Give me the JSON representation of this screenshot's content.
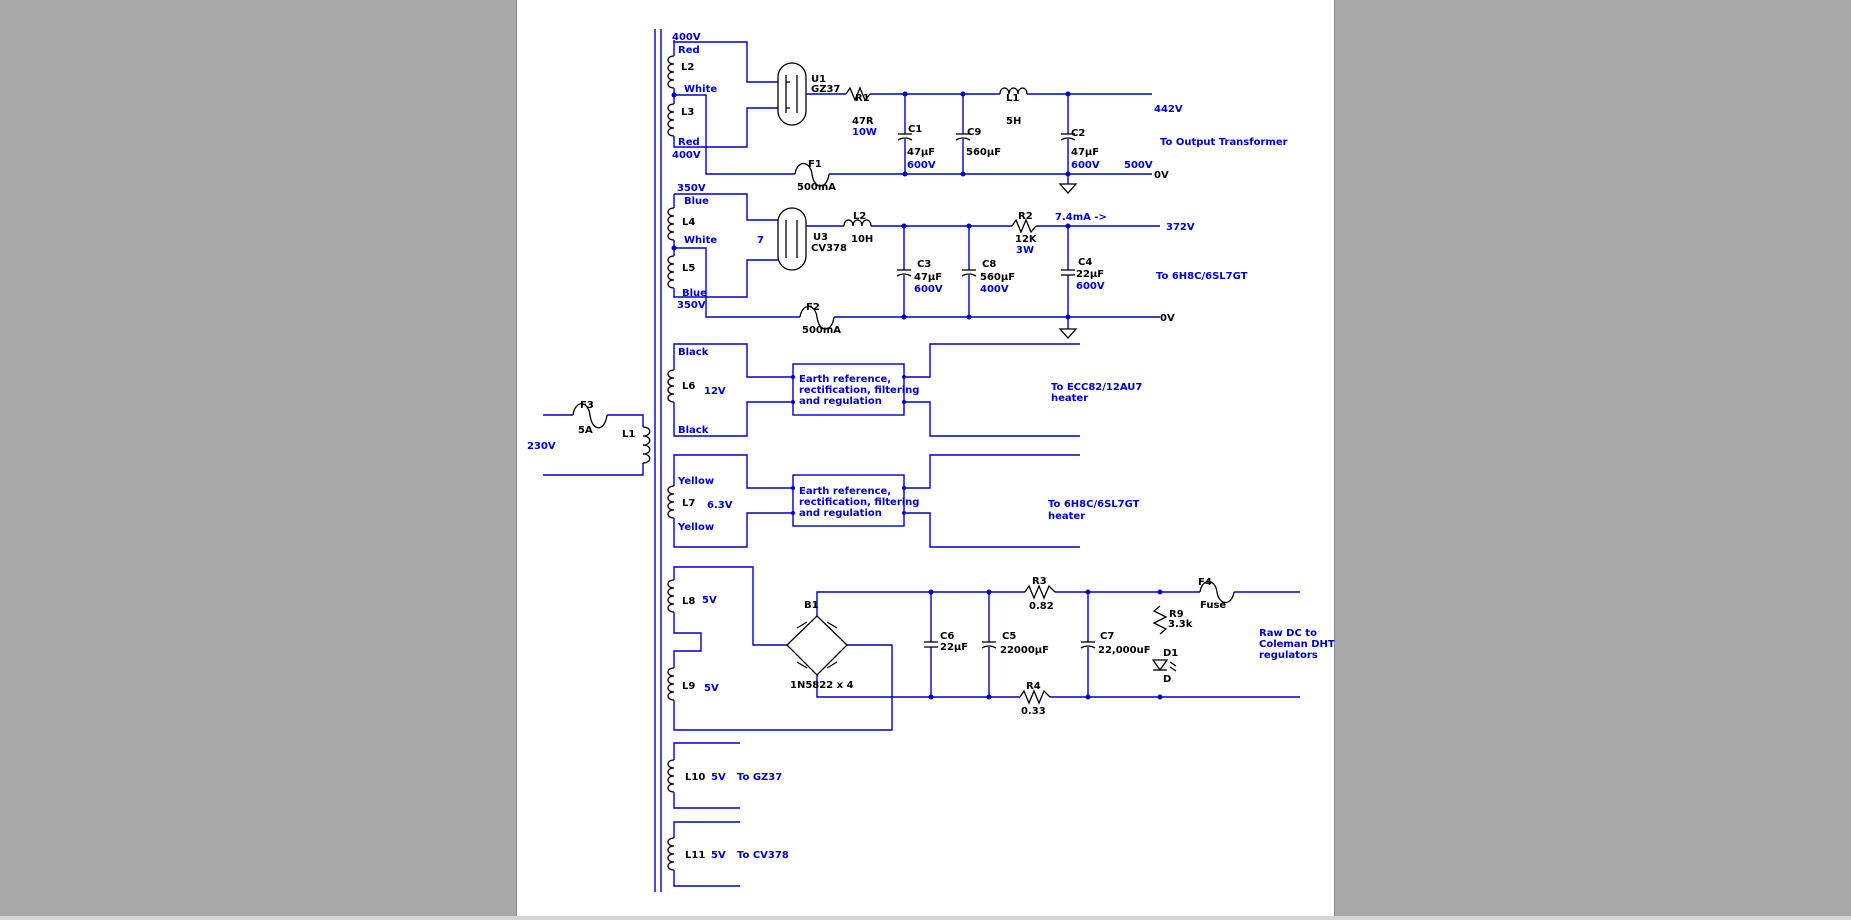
{
  "colors": {
    "wire": "#0000cc",
    "component": "#000000",
    "background": "#a8a8a8",
    "sheet": "#ffffff"
  },
  "mains": {
    "voltage": "230V",
    "fuse_ref": "F3",
    "fuse_value": "5A",
    "primary_ref": "L1"
  },
  "hv1": {
    "top_voltage": "400V",
    "bottom_voltage": "400V",
    "wire_top": "Red",
    "wire_mid": "White",
    "wire_bottom": "Red",
    "coil_top": "L2",
    "coil_bottom": "L3",
    "tube_ref": "U1",
    "tube_type": "GZ37",
    "r1_ref": "R1",
    "r1_value": "47R",
    "r1_power": "10W",
    "c1_ref": "C1",
    "c1_value": "47µF",
    "c1_voltage": "600V",
    "c9_ref": "C9",
    "c9_value": "560µF",
    "l1_ref": "L1",
    "l1_value": "5H",
    "c2_ref": "C2",
    "c2_value": "47µF",
    "c2_voltage": "600V",
    "out_voltage": "442V",
    "dest": "To Output Transformer",
    "rail_voltage": "500V",
    "zero": "0V",
    "fuse_ref": "F1",
    "fuse_value": "500mA"
  },
  "hv2": {
    "top_voltage": "350V",
    "bottom_voltage": "350V",
    "wire_top": "Blue",
    "wire_mid": "White",
    "wire_bottom": "Blue",
    "coil_top": "L4",
    "coil_bottom": "L5",
    "pin_label": "7",
    "tube_ref": "U3",
    "tube_type": "CV378",
    "l2_ref": "L2",
    "l2_value": "10H",
    "c3_ref": "C3",
    "c3_value": "47µF",
    "c3_voltage": "600V",
    "c8_ref": "C8",
    "c8_value": "560µF",
    "c8_voltage": "400V",
    "r2_ref": "R2",
    "r2_value": "12K",
    "r2_power": "3W",
    "current": "7.4mA ->",
    "c4_ref": "C4",
    "c4_value": "22µF",
    "c4_voltage": "600V",
    "out_voltage": "372V",
    "dest": "To 6H8C/6SL7GT",
    "zero": "0V",
    "fuse_ref": "F2",
    "fuse_value": "500mA"
  },
  "heater1": {
    "wire_top": "Black",
    "wire_bottom": "Black",
    "coil": "L6",
    "voltage": "12V",
    "box_line1": "Earth reference,",
    "box_line2": "rectification, filtering",
    "box_line3": "and regulation",
    "dest_line1": "To ECC82/12AU7",
    "dest_line2": "heater"
  },
  "heater2": {
    "wire_top": "Yellow",
    "wire_bottom": "Yellow",
    "coil": "L7",
    "voltage": "6.3V",
    "box_line1": "Earth reference,",
    "box_line2": "rectification, filtering",
    "box_line3": "and regulation",
    "dest_line1": "To 6H8C/6SL7GT",
    "dest_line2": "heater"
  },
  "dht": {
    "l8_ref": "L8",
    "l8_voltage": "5V",
    "l9_ref": "L9",
    "l9_voltage": "5V",
    "bridge_ref": "B1",
    "bridge_type": "1N5822 x 4",
    "c6_ref": "C6",
    "c6_value": "22µF",
    "c5_ref": "C5",
    "c5_value": "22000µF",
    "r3_ref": "R3",
    "r3_value": "0.82",
    "r4_ref": "R4",
    "r4_value": "0.33",
    "c7_ref": "C7",
    "c7_value": "22,000uF",
    "r9_ref": "R9",
    "r9_value": "3.3k",
    "d1_ref": "D1",
    "d1_value": "D",
    "f4_ref": "F4",
    "f4_value": "Fuse",
    "dest_line1": "Raw DC to",
    "dest_line2": "Coleman DHT",
    "dest_line3": "regulators"
  },
  "aux": {
    "l10_ref": "L10",
    "l10_voltage": "5V",
    "l10_dest": "To GZ37",
    "l11_ref": "L11",
    "l11_voltage": "5V",
    "l11_dest": "To CV378"
  }
}
